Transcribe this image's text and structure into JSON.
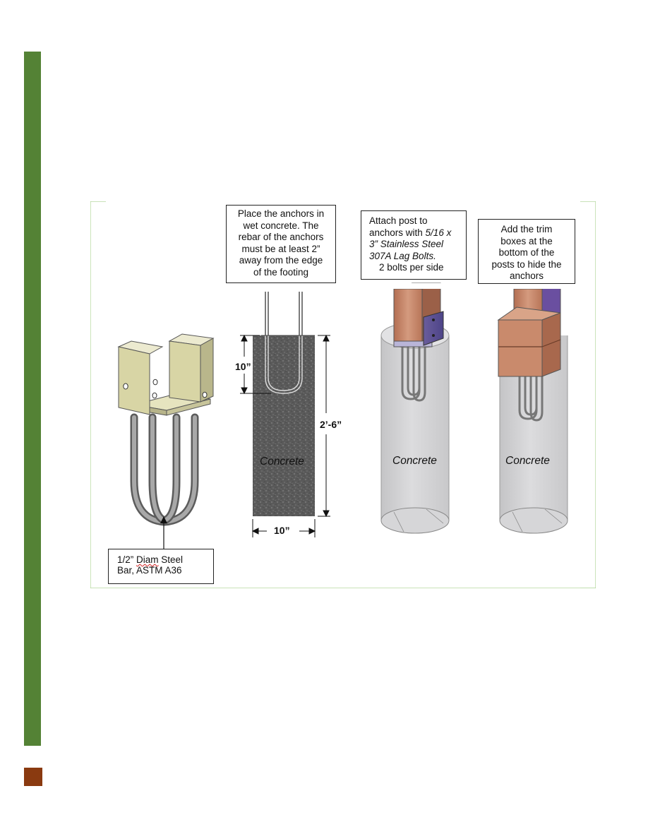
{
  "callouts": {
    "anchors_in_concrete": "Place the anchors in\nwet concrete. The\nrebar of the anchors\nmust be at least 2”\naway from the edge\nof the footing",
    "attach_post": {
      "line1": "Attach post to",
      "line2_plain": "anchors with ",
      "line2_italic": "5/16 x",
      "line3_italic": "3” Stainless Steel",
      "line4_italic": "307A Lag Bolts.",
      "line5": "2 bolts per side"
    },
    "trim_boxes": "Add the trim\nboxes at the\nbottom of the\nposts to hide the\nanchors",
    "steel_bar": {
      "line1_prefix": "1/2” ",
      "line1_word": "Diam",
      "line1_suffix": " Steel",
      "line2": "Bar, ASTM A36"
    }
  },
  "dimensions": {
    "rebar_depth": "10”",
    "footing_depth": "2’-6”",
    "footing_width": "10”"
  },
  "material_labels": {
    "section": "Concrete",
    "pier_post": "Concrete",
    "pier_trim": "Concrete"
  },
  "colors": {
    "sidebar": "#548235",
    "accent_square": "#8a3a10",
    "frame": "#a9d18e",
    "anchor_plate": "#d8d5a5",
    "post": "#c98a6c",
    "bolt_plate": "#5a5ea8",
    "concrete_pier": "#d4d4d6",
    "concrete_section": "#555555"
  }
}
